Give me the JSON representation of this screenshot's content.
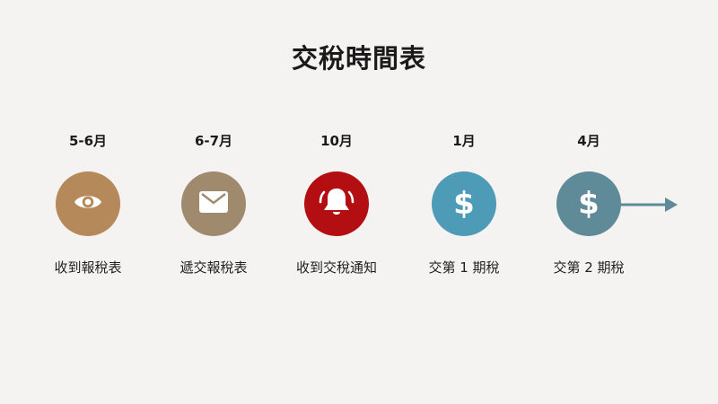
{
  "title": "交稅時間表",
  "steps": [
    {
      "date": "5-6月",
      "label": "收到報稅表",
      "icon": "eye-icon",
      "color": "#b5895a"
    },
    {
      "date": "6-7月",
      "label": "遞交報稅表",
      "icon": "mail-icon",
      "color": "#9f8a6d"
    },
    {
      "date": "10月",
      "label": "收到交稅通知",
      "icon": "bell-icon",
      "color": "#b30f12"
    },
    {
      "date": "1月",
      "label": "交第 1 期稅",
      "icon": "dollar-icon",
      "color": "#4e9bb8"
    },
    {
      "date": "4月",
      "label": "交第 2 期稅",
      "icon": "dollar-icon",
      "color": "#5f8a98"
    }
  ],
  "icon_glyphs": {
    "dollar": "$"
  }
}
